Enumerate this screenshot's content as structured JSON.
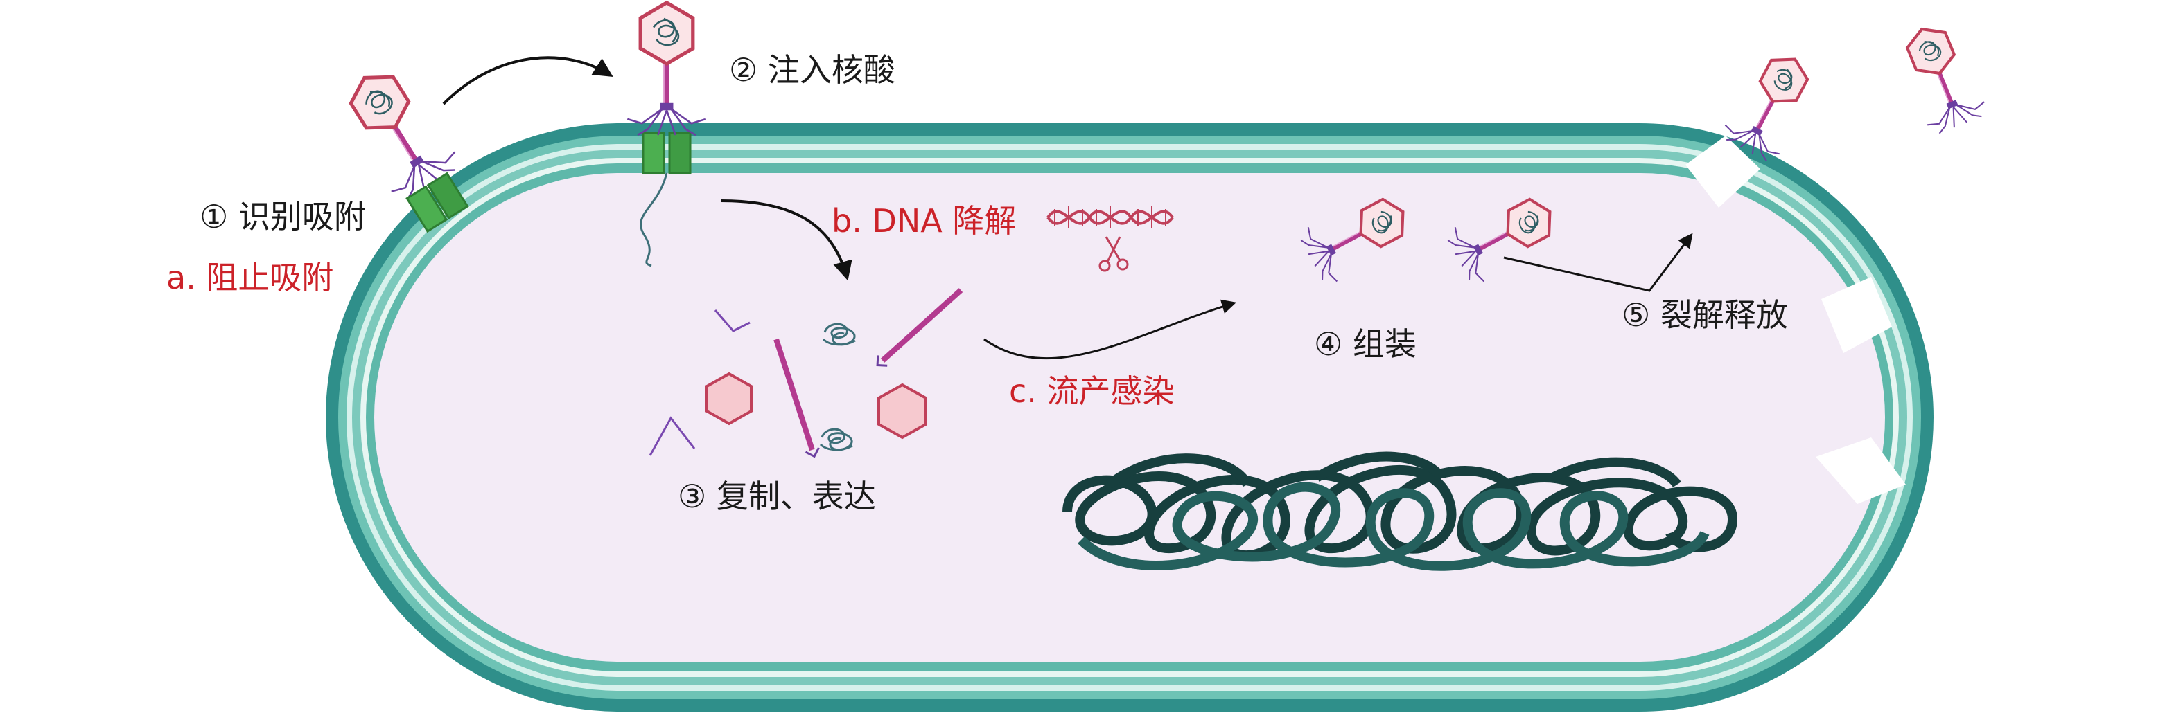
{
  "diagram": {
    "steps": {
      "s1": "① 识别吸附",
      "s2": "② 注入核酸",
      "s3": "③ 复制、表达",
      "s4": "④ 组装",
      "s5": "⑤ 裂解释放"
    },
    "mechanisms": {
      "a": "a. 阻止吸附",
      "b": "b. DNA 降解",
      "c": "c. 流产感染"
    }
  },
  "colors": {
    "step_text": "#1a1a1a",
    "mechanism_text": "#cc2229",
    "cell_wall_outer": "#2f8f8a",
    "cell_wall_light": "#a6ddd4",
    "cytoplasm": "#f3ebf6",
    "phage_head": "#c0405a",
    "phage_tail": "#b33a8f",
    "phage_fibers": "#6b3fa0",
    "receptor": "#4caf50",
    "genome": "#173f3e",
    "arrow": "#111111"
  },
  "icons": [
    "phage-icon",
    "receptor-icon",
    "dna-helix-icon",
    "scissors-icon",
    "bacterial-chromosome-icon"
  ]
}
